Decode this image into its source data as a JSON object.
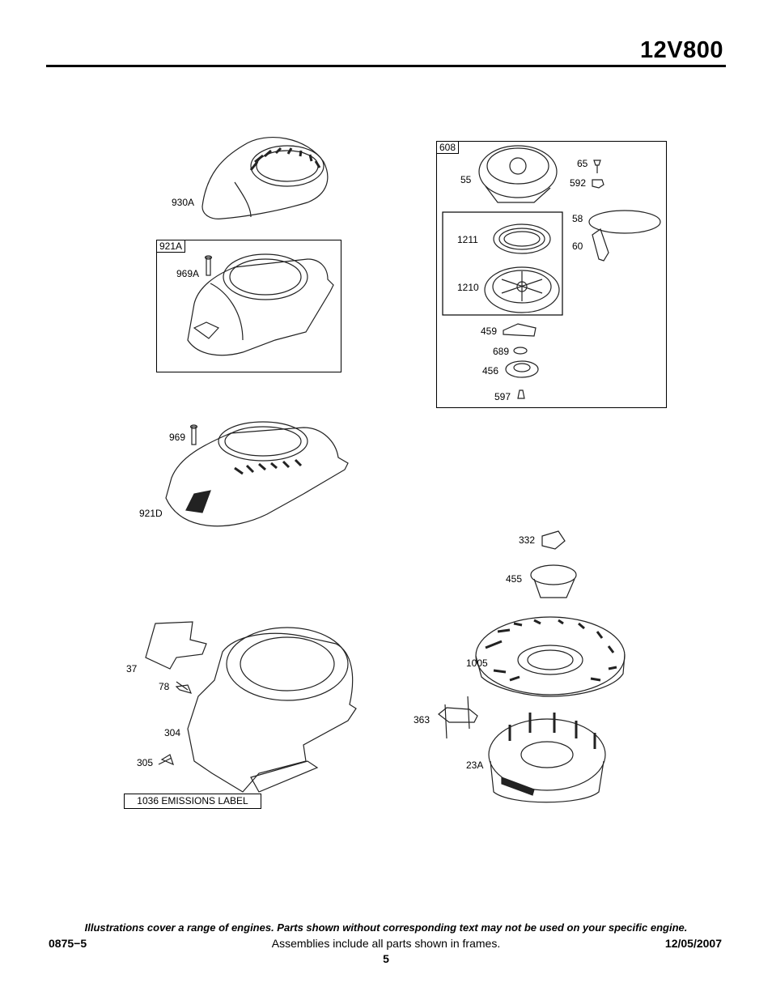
{
  "header": {
    "model": "12V800"
  },
  "frames": {
    "f921A": "921A",
    "f608": "608"
  },
  "callouts": {
    "c930A": "930A",
    "c969A": "969A",
    "c969": "969",
    "c921D": "921D",
    "c37": "37",
    "c78": "78",
    "c304": "304",
    "c305": "305",
    "c55": "55",
    "c65": "65",
    "c592": "592",
    "c58": "58",
    "c60": "60",
    "c1211": "1211",
    "c1210": "1210",
    "c459": "459",
    "c689": "689",
    "c456": "456",
    "c597": "597",
    "c332": "332",
    "c455": "455",
    "c1005": "1005",
    "c363": "363",
    "c23A": "23A"
  },
  "emissions_label": "1036 EMISSIONS LABEL",
  "footer": {
    "note": "Illustrations cover a range of engines. Parts shown without corresponding text may not be used on your specific engine.",
    "code": "0875−5",
    "assemblies": "Assemblies include all parts shown in frames.",
    "date": "12/05/2007",
    "page": "5"
  }
}
